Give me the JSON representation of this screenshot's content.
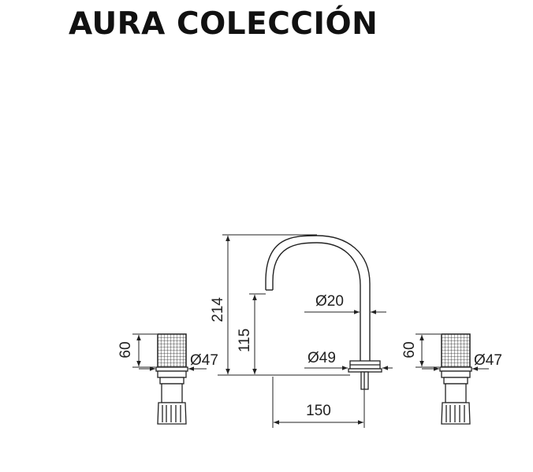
{
  "header": {
    "title": "AURA COLECCIÓN"
  },
  "dimensions": {
    "total_height": "214",
    "spout_height": "115",
    "spout_diameter": "Ø20",
    "base_diameter": "Ø49",
    "spout_reach": "150",
    "left_handle_height": "60",
    "left_handle_diameter": "Ø47",
    "right_handle_height": "60",
    "right_handle_diameter": "Ø47"
  },
  "colors": {
    "line": "#222222",
    "title": "#111111"
  }
}
